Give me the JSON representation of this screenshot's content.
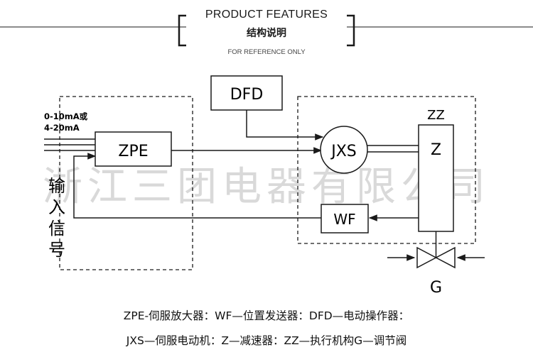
{
  "header": {
    "title": "PRODUCT FEATURES",
    "subtitle": "结构说明",
    "note": "FOR REFERENCE ONLY"
  },
  "diagram": {
    "nodes": {
      "zpe": "ZPE",
      "dfd": "DFD",
      "jxs": "JXS",
      "wf": "WF",
      "z": "Z",
      "zz": "ZZ",
      "g": "G"
    },
    "input_signal_lines": [
      "0-10mA或",
      "4-20mA"
    ],
    "input_vertical_label": "输入信号",
    "watermark": "浙江三团电器有限公司"
  },
  "legend": {
    "line1": "ZPE-伺服放大器：WF—位置发送器：DFD—电动操作器：",
    "line2": "JXS—伺服电动机：Z—减速器：ZZ—执行机构G—调节阀"
  },
  "colors": {
    "ink": "#1a1a1a",
    "watermark": "#d9d9d9"
  }
}
